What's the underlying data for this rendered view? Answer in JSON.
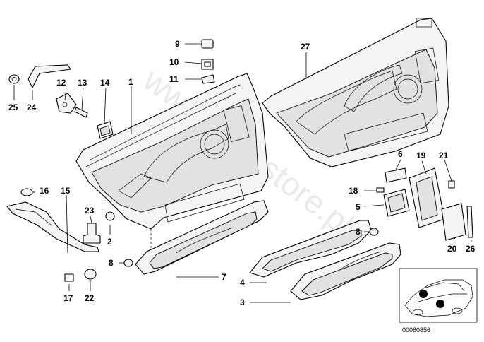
{
  "diagram": {
    "watermark": "www.bmwstore.pl",
    "catalog_number": "00080856",
    "callouts": [
      "1",
      "2",
      "3",
      "4",
      "5",
      "6",
      "7",
      "8",
      "8",
      "9",
      "10",
      "11",
      "12",
      "13",
      "14",
      "15",
      "16",
      "17",
      "18",
      "19",
      "20",
      "21",
      "22",
      "23",
      "24",
      "25",
      "26",
      "27"
    ]
  }
}
